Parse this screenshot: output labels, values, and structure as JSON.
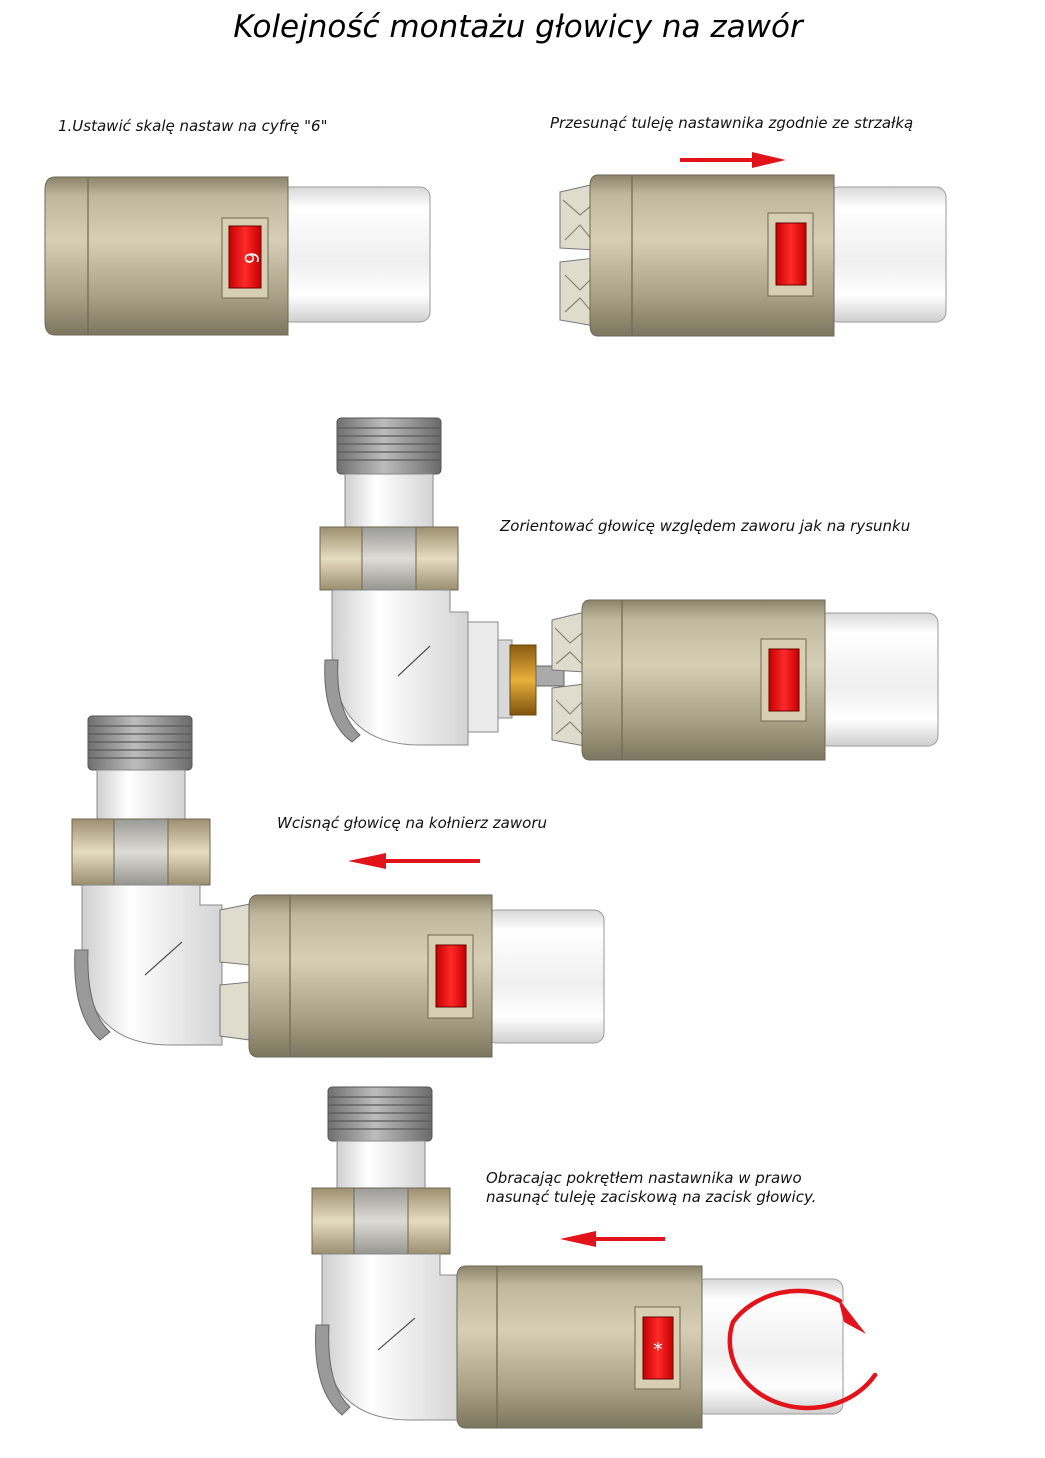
{
  "title": "Kolejność montażu głowicy na zawór",
  "steps": [
    {
      "caption": "1.Ustawić skalę nastaw na cyfrę \"6\"",
      "dial": "6"
    },
    {
      "caption": "Przesunąć tuleję nastawnika zgodnie  ze strzałką"
    },
    {
      "caption": "Zorientować głowicę względem zaworu jak na rysunku"
    },
    {
      "caption": "Wcisnąć głowicę na kołnierz zaworu"
    },
    {
      "caption_line1": "Obracając pokrętłem nastawnika w prawo",
      "caption_line2": "nasunąć tuleję zaciskową na zacisk głowicy.",
      "dial": "*"
    }
  ],
  "colors": {
    "sleeve": "#b3ab8e",
    "cap": "#f2f2f2",
    "window": "#ee1111",
    "arrow": "#e3131b",
    "brass": "#c2b28a",
    "thread": "#8e8e8e"
  }
}
